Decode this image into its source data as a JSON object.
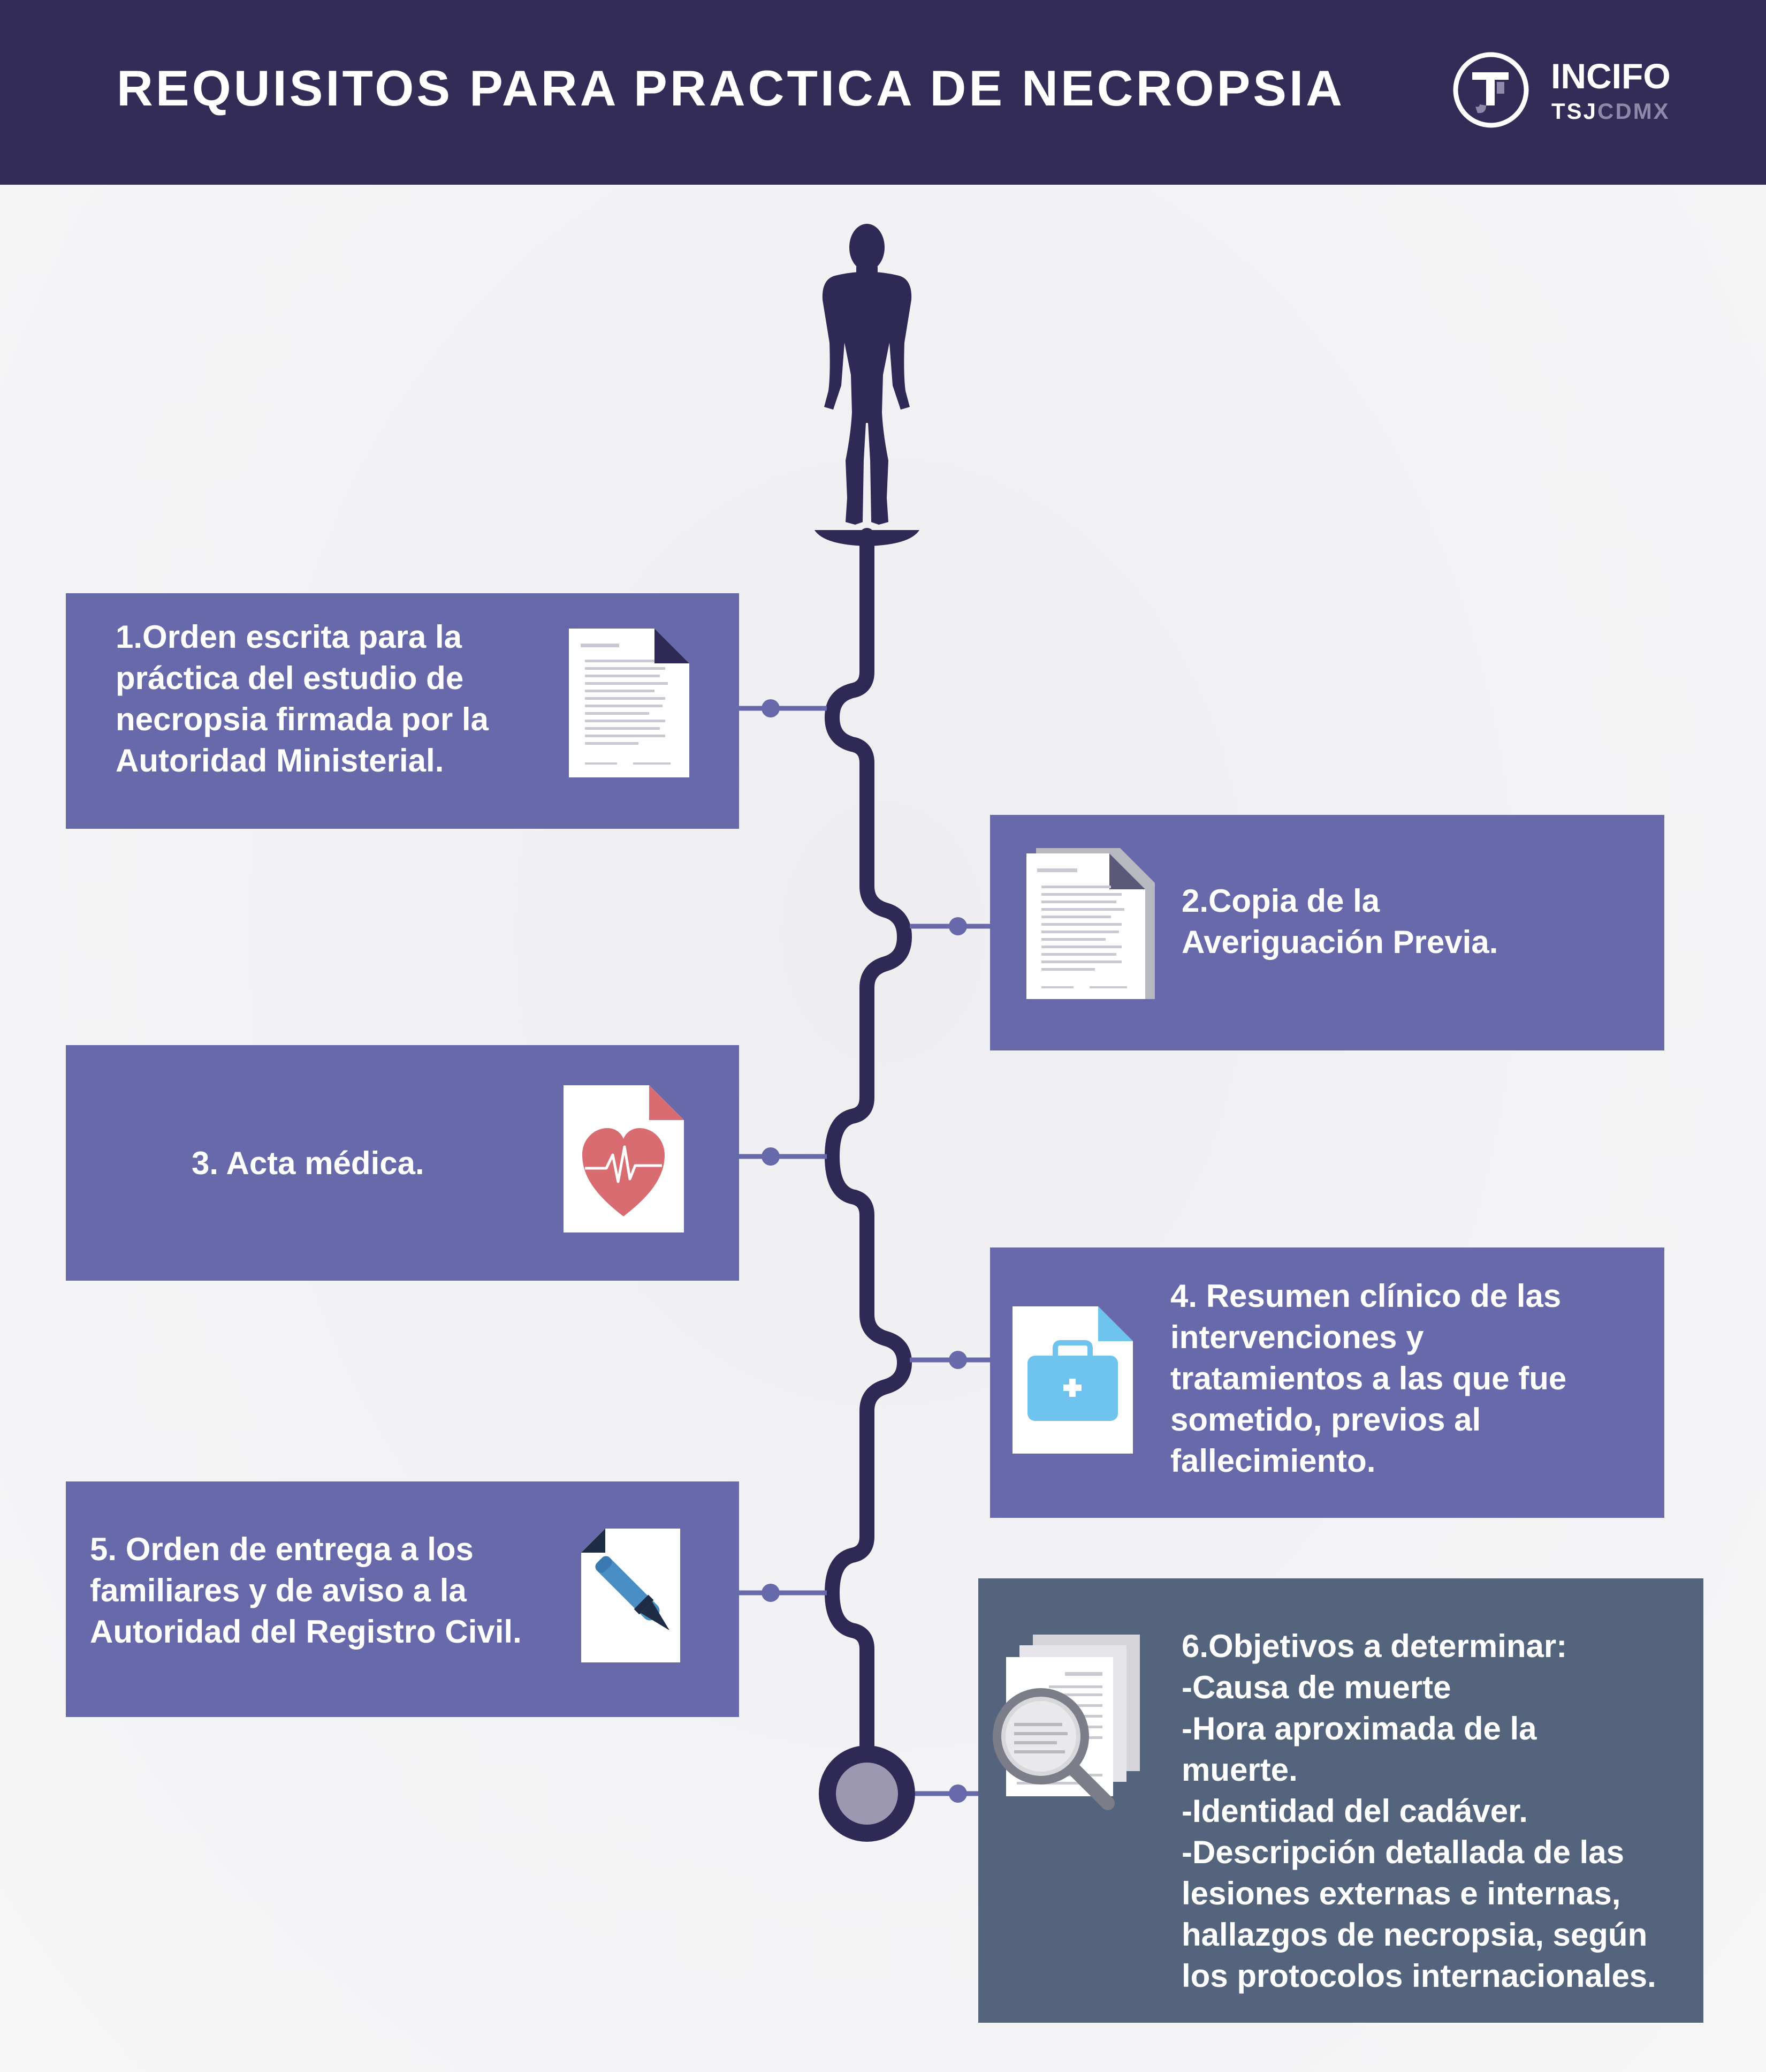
{
  "header": {
    "title": "REQUISITOS PARA PRACTICA DE NECROPSIA",
    "logo_name": "INCIFO",
    "logo_sub_a": "TSJ",
    "logo_sub_b": "CDMX"
  },
  "colors": {
    "header_bg": "#322c56",
    "timeline": "#2e2a55",
    "box": "#6769ab",
    "box_final": "#54647c",
    "connector": "#6769ab",
    "background": "#f4f4f6"
  },
  "requirements": [
    {
      "icon": "document-icon",
      "lines": [
        "1.Orden escrita para la",
        "práctica del estudio de",
        "necropsia firmada por la",
        "Autoridad Ministerial."
      ]
    },
    {
      "icon": "document-copy-icon",
      "lines": [
        "2.Copia de la",
        "Averiguación Previa."
      ]
    },
    {
      "icon": "heart-document-icon",
      "lines": [
        "3. Acta médica."
      ]
    },
    {
      "icon": "medical-kit-icon",
      "lines": [
        "4. Resumen clínico de las",
        "intervenciones y",
        "tratamientos a las que fue",
        "sometido, previos al",
        "fallecimiento."
      ]
    },
    {
      "icon": "pen-document-icon",
      "lines": [
        "5. Orden de entrega a los",
        "familiares y de aviso a la",
        "Autoridad del Registro Civil."
      ]
    }
  ],
  "objectives": {
    "icon": "magnifier-documents-icon",
    "lines": [
      "6.Objetivos a determinar:",
      "-Causa de muerte",
      "-Hora aproximada de la",
      "muerte.",
      "-Identidad del cadáver.",
      "-Descripción detallada de las",
      "lesiones externas e internas,",
      "hallazgos de necropsia, según",
      "los protocolos internacionales."
    ]
  }
}
